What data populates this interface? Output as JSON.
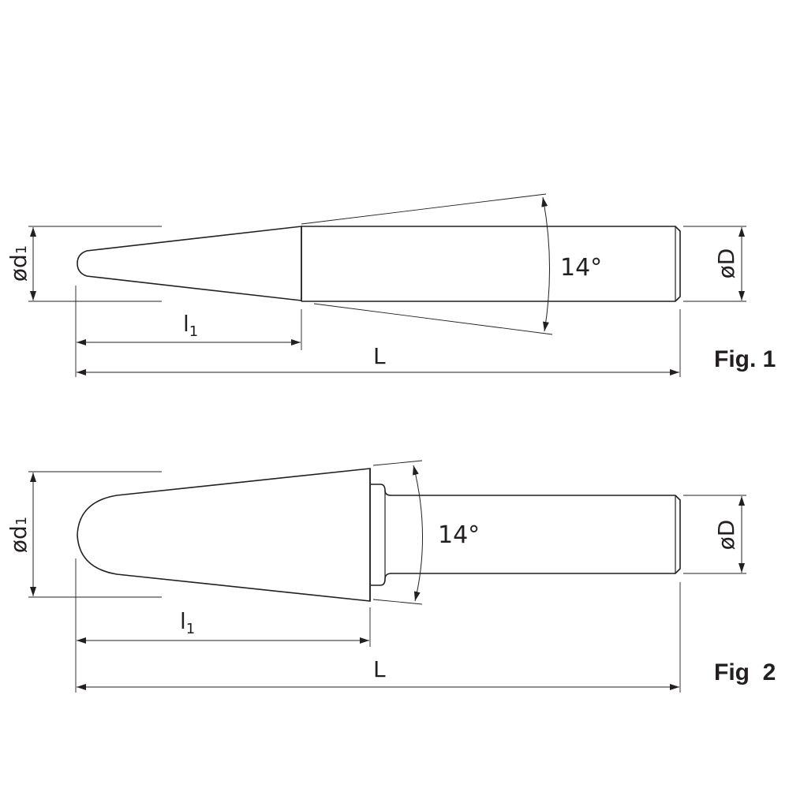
{
  "figure1": {
    "label": "Fig. 1",
    "angle": "14°",
    "diameter_head": "ød",
    "diameter_head_sub": "1",
    "diameter_shank": "øD",
    "length_head": "l",
    "length_head_sub": "1",
    "length_total": "L"
  },
  "figure2": {
    "label": "Fig  2",
    "angle": "14°",
    "diameter_head": "ød",
    "diameter_head_sub": "1",
    "diameter_shank": "øD",
    "length_head": "l",
    "length_head_sub": "1",
    "length_total": "L"
  },
  "colors": {
    "line": "#231f20",
    "background": "#ffffff"
  }
}
